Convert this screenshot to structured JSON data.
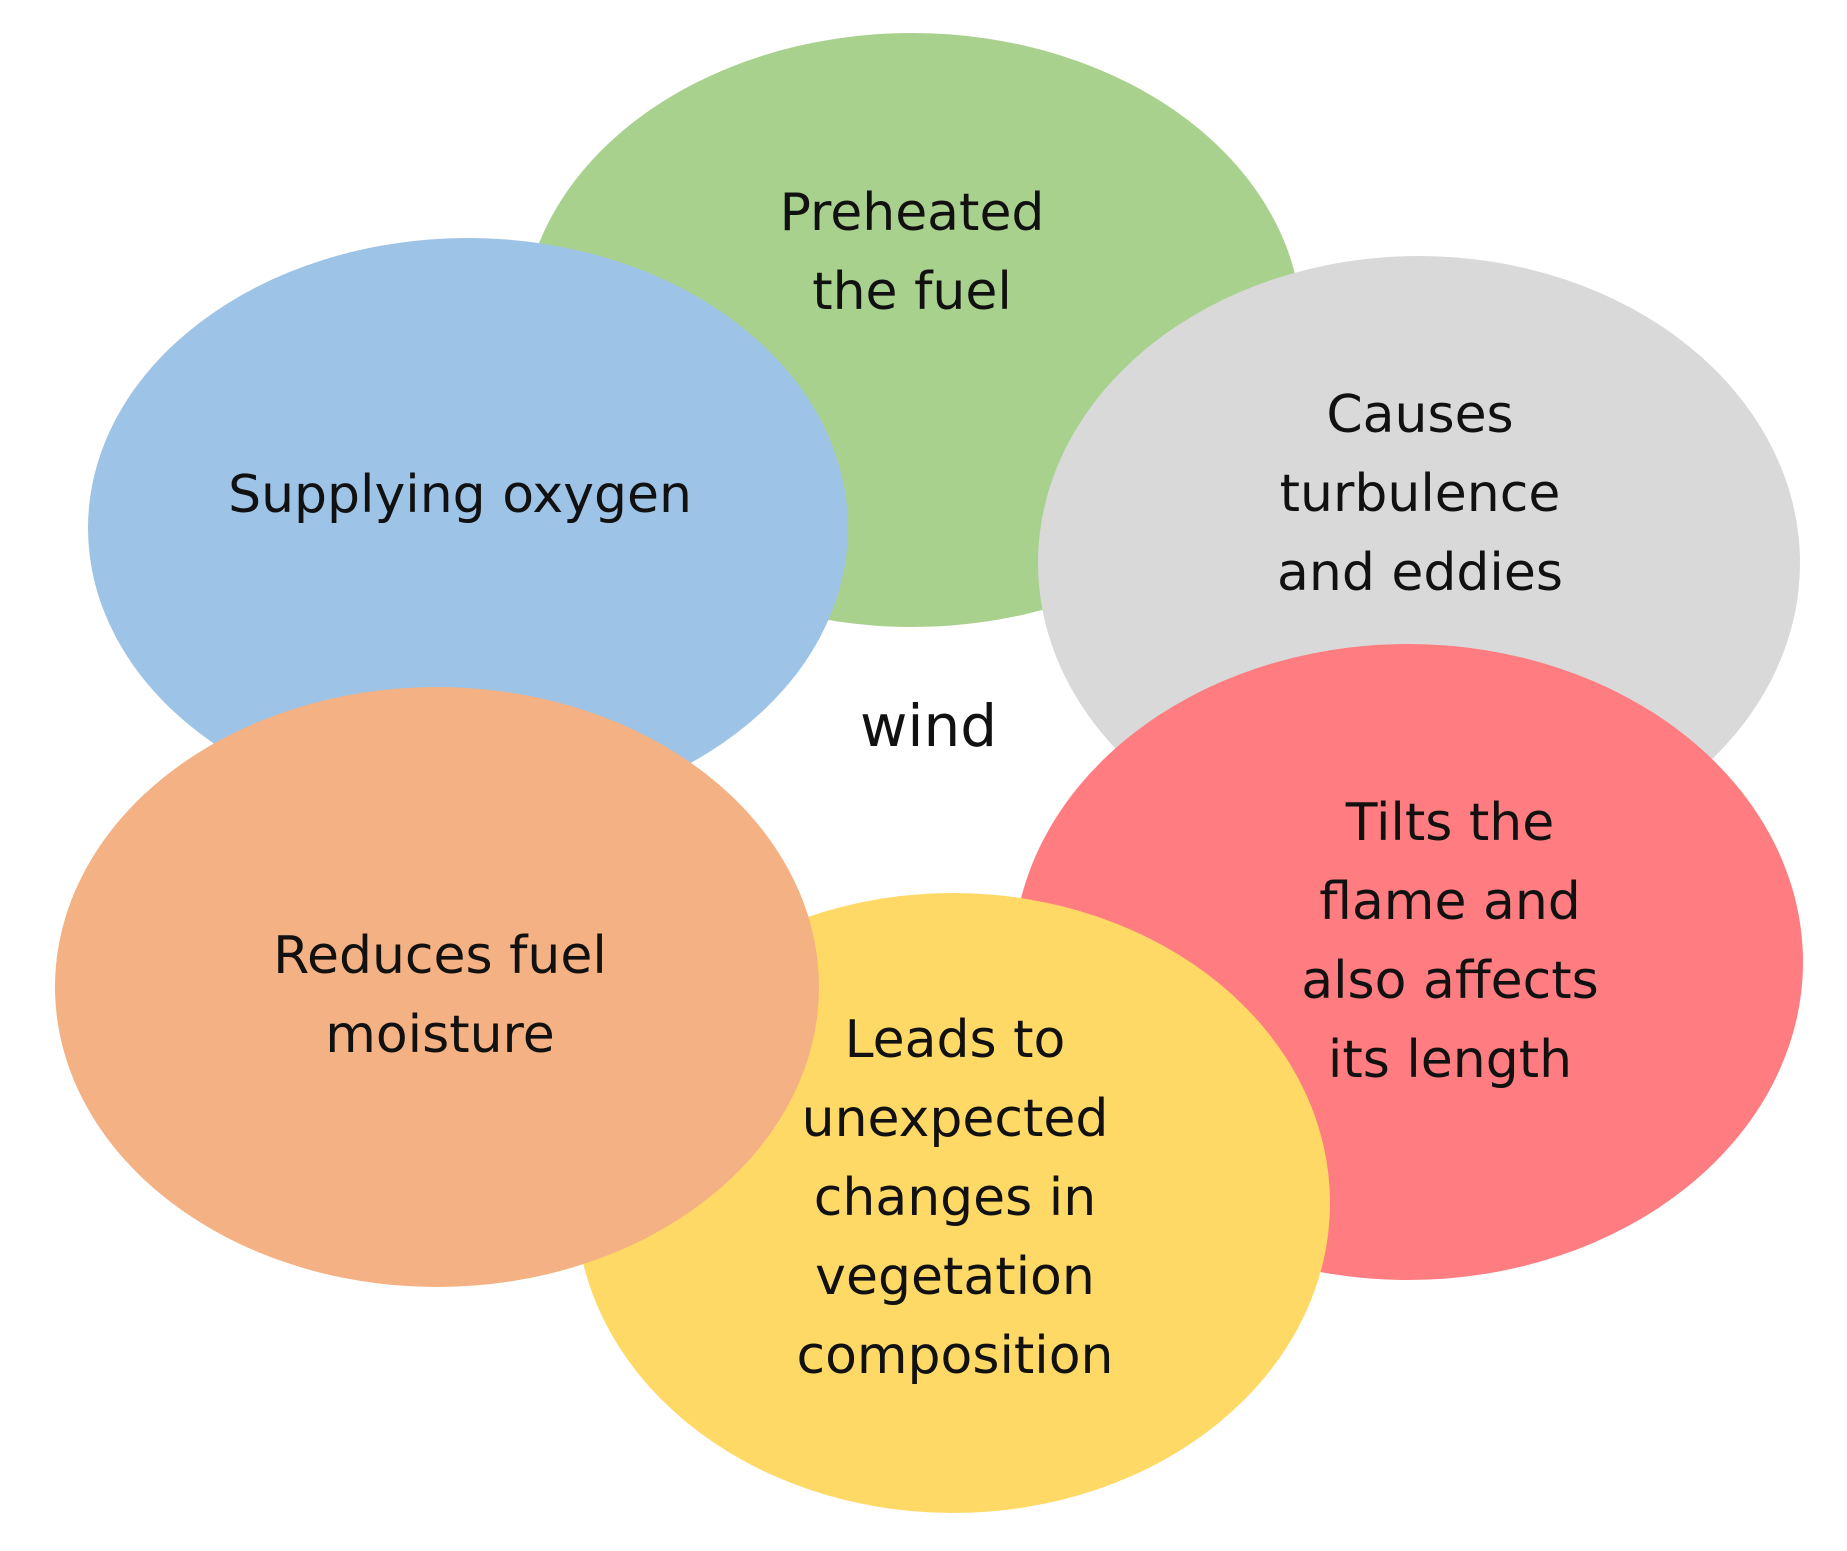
{
  "center": {
    "label": "wind"
  },
  "bubbles": [
    {
      "id": "preheated",
      "color": "#a9d18e",
      "lines": [
        "Preheated",
        "the fuel"
      ]
    },
    {
      "id": "supplying-oxygen",
      "color": "#9dc3e6",
      "lines": [
        "Supplying oxygen"
      ]
    },
    {
      "id": "turbulence",
      "color": "#d9d9d9",
      "lines": [
        "Causes",
        "turbulence",
        "and eddies"
      ]
    },
    {
      "id": "tilts-flame",
      "color": "#ff7c80",
      "lines": [
        "Tilts the",
        "flame and",
        "also affects",
        "its length"
      ]
    },
    {
      "id": "vegetation",
      "color": "#ffd966",
      "lines": [
        "Leads to",
        "unexpected",
        "changes in",
        "vegetation",
        "composition"
      ]
    },
    {
      "id": "fuel-moisture",
      "color": "#f4b183",
      "lines": [
        "Reduces fuel",
        "moisture"
      ]
    }
  ]
}
